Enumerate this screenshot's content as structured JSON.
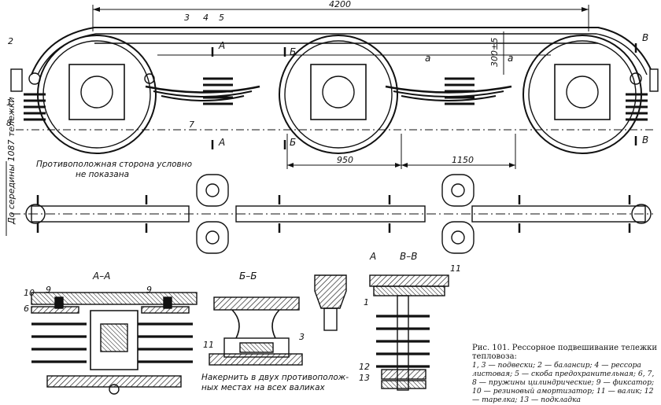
{
  "dimensions": {
    "total": "4200",
    "left_span": "950",
    "right_span": "1150",
    "height_adj": "300±5",
    "to_center": "До середины 1087 тележки"
  },
  "callouts": [
    "1",
    "2",
    "3",
    "4",
    "5",
    "6",
    "7",
    "8",
    "9",
    "10",
    "11",
    "12",
    "13"
  ],
  "section_marks": {
    "a": "А",
    "b": "Б",
    "v": "В",
    "gap": "a"
  },
  "notes": {
    "opposite_side": "Противоположная сторона условно",
    "opposite_side_2": "не показана",
    "kerning": "Накернить в двух противополож-",
    "kerning_2": "ных местах на всех валиках"
  },
  "views": {
    "aa": "А–А",
    "bb": "Б–Б",
    "vv": "В–В",
    "a_detail": "А"
  },
  "caption": {
    "title": "Рис. 101. Рессорное подвешивание тележки тепловоза:",
    "text": "1, 3 — подвески; 2 — балансир; 4 — рессора листовая; 5 — скоба предохранительная; 6, 7, 8 — пружины цилиндрические; 9 — фиксатор; 10 — резиновый амортизатор; 11 — валик; 12 — тарелка; 13 — подкладка"
  }
}
